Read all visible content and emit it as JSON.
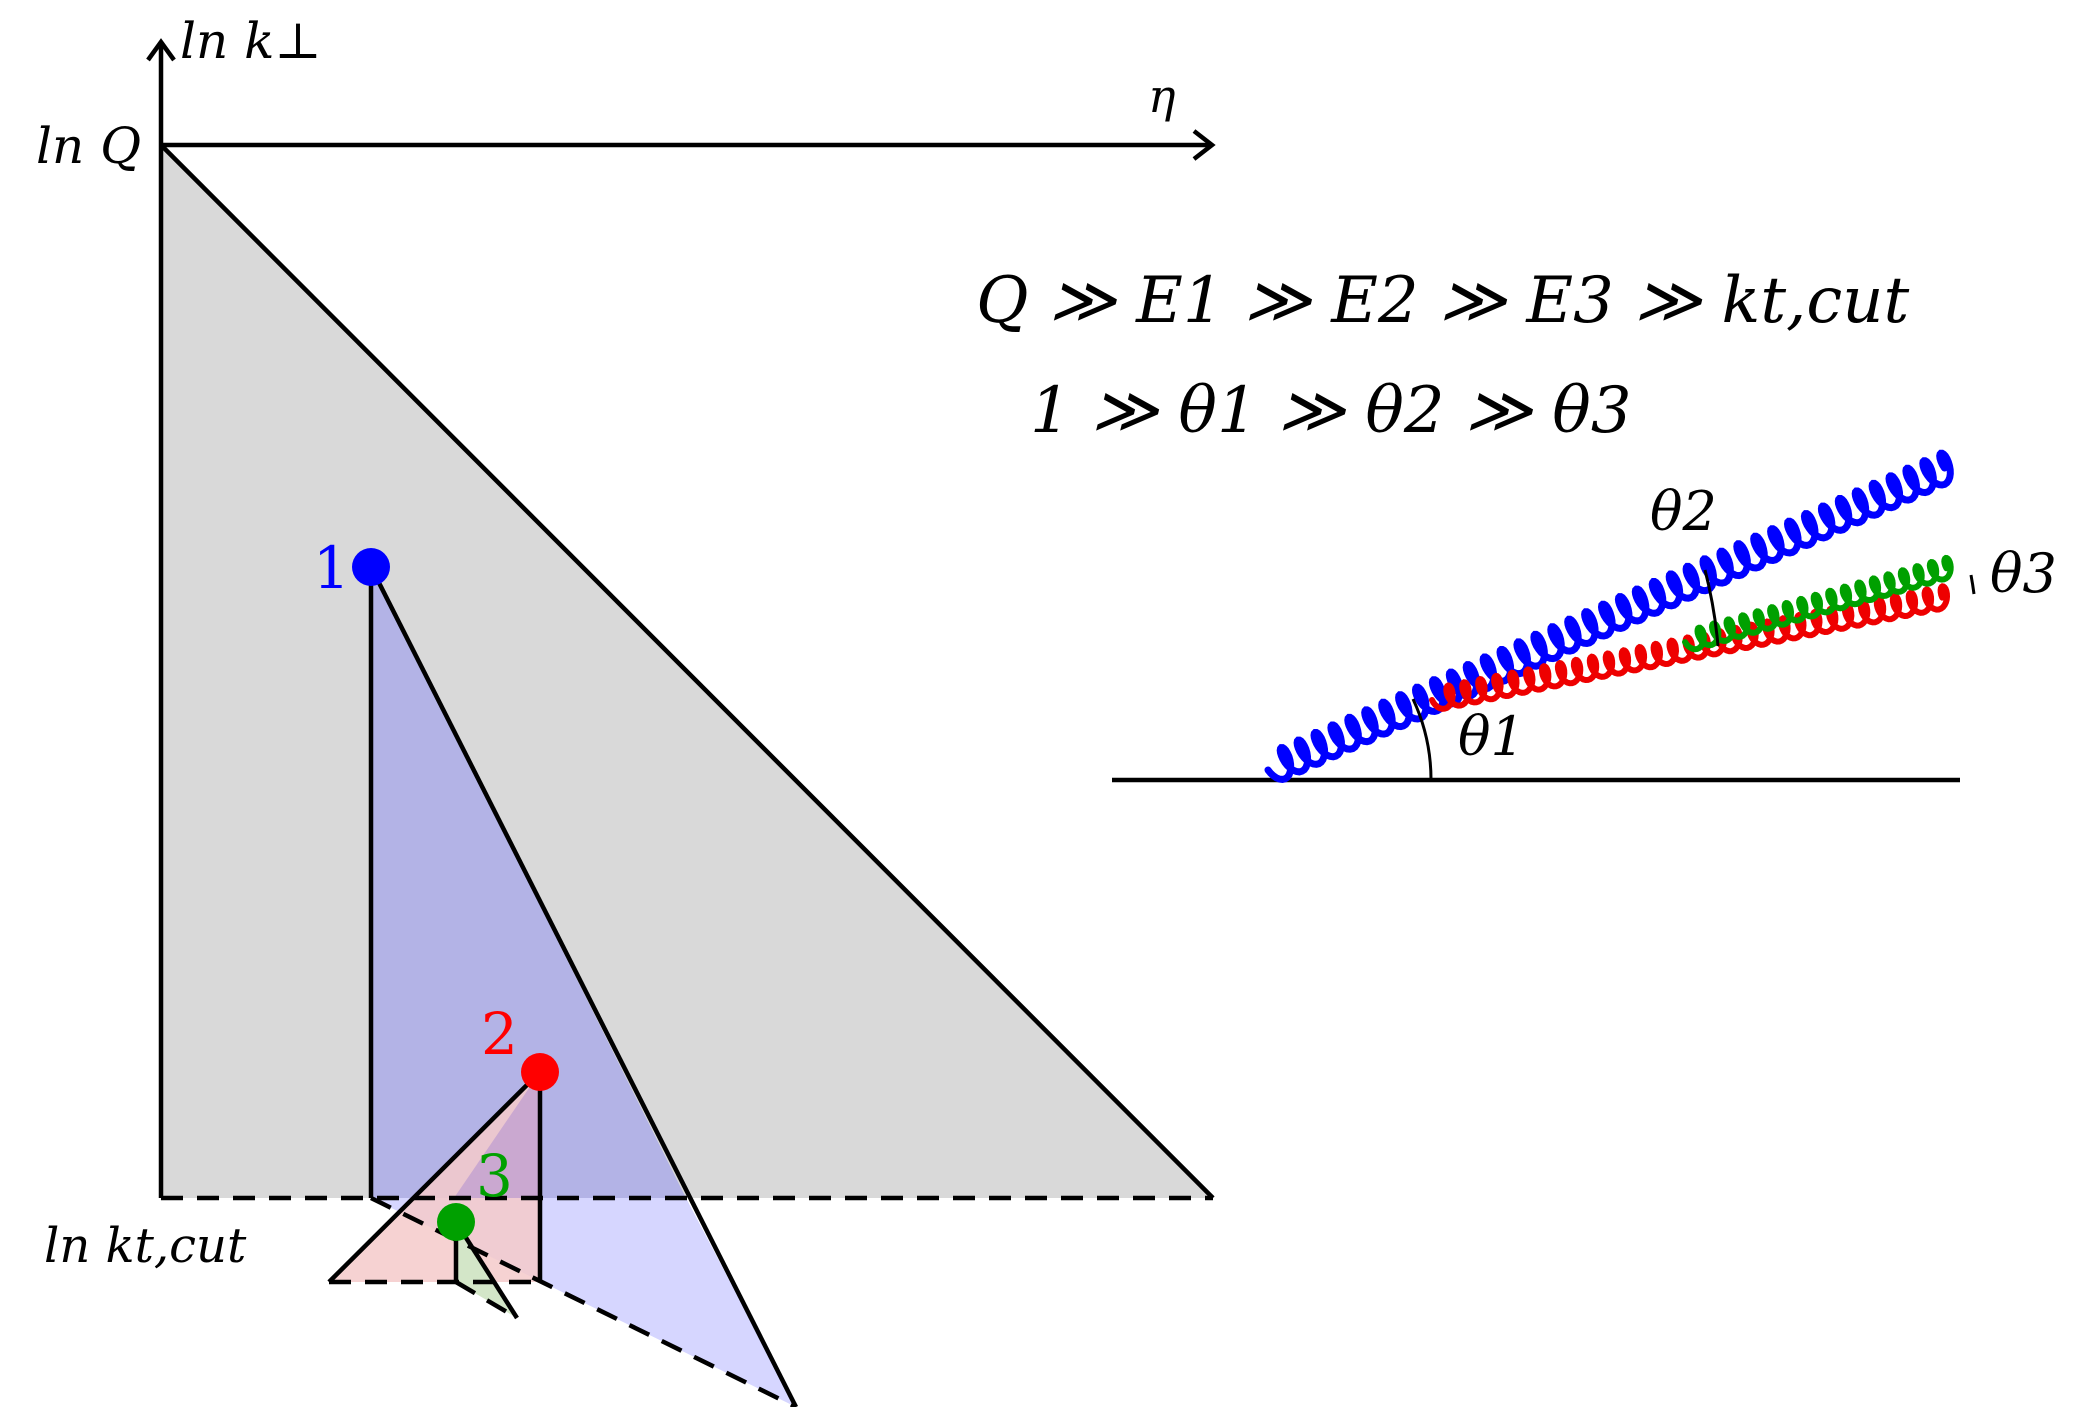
{
  "axes": {
    "y_label": "ln k⊥",
    "x_label": "η",
    "lnQ_label": "ln Q",
    "kcut_label": "ln kt,cut"
  },
  "relations": {
    "energy": "Q ≫ E1 ≫ E2 ≫ E3 ≫ kt,cut",
    "angle": "1 ≫ θ1 ≫ θ2 ≫ θ3"
  },
  "emissions": [
    {
      "label": "1",
      "color": "#0000ff"
    },
    {
      "label": "2",
      "color": "#ff0000"
    },
    {
      "label": "3",
      "color": "#00a000"
    }
  ],
  "angles": {
    "theta1": "θ1",
    "theta2": "θ2",
    "theta3": "θ3"
  },
  "colors": {
    "primary_plane": "#d9d9d9",
    "plane1": "#b3b3e6",
    "plane1_below": "#d6d6ff",
    "plane2": "#f5caca",
    "plane3": "#d3e6c8"
  }
}
